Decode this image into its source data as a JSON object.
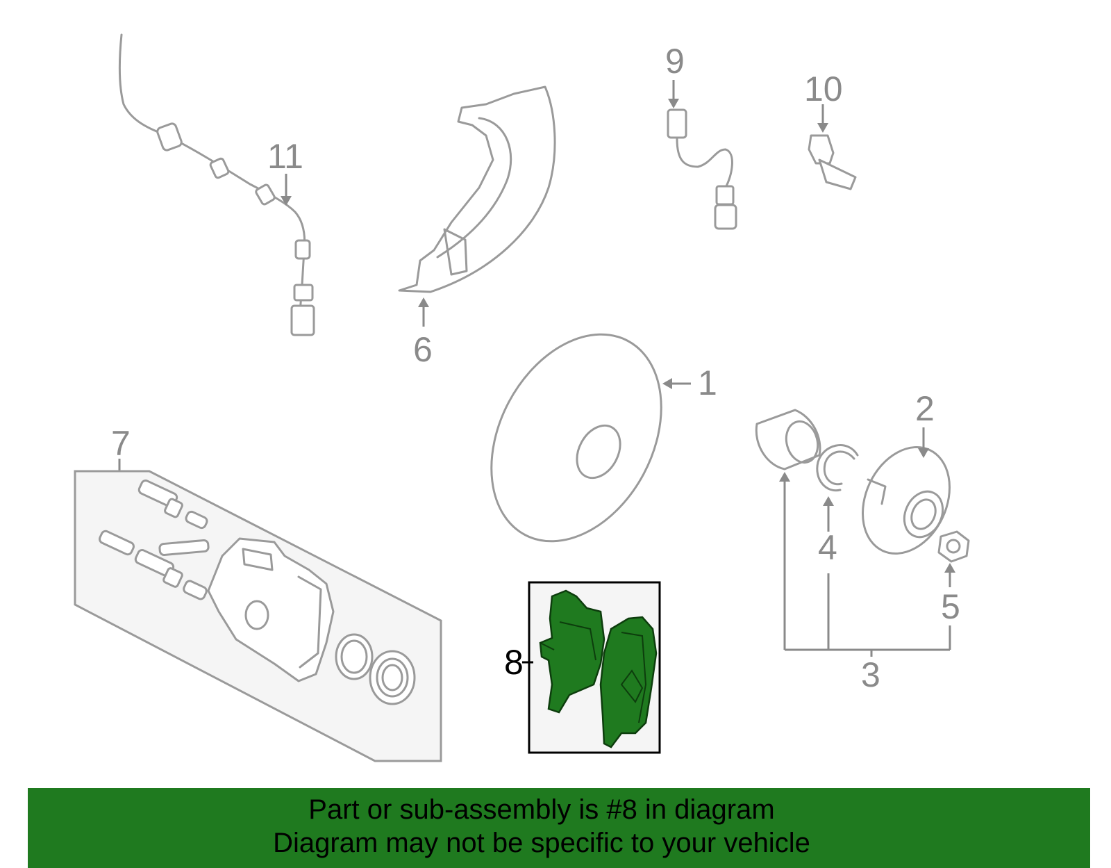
{
  "diagram": {
    "callouts": {
      "c1": "1",
      "c2": "2",
      "c3": "3",
      "c4": "4",
      "c5": "5",
      "c6": "6",
      "c7": "7",
      "c8": "8",
      "c9": "9",
      "c10": "10",
      "c11": "11"
    },
    "highlighted_part": "8",
    "highlight_color": "#1f7a1f"
  },
  "banner": {
    "line1": "Part or sub-assembly is #8 in diagram",
    "line2": "Diagram may not be specific to your vehicle",
    "background": "#1f7a1f"
  }
}
